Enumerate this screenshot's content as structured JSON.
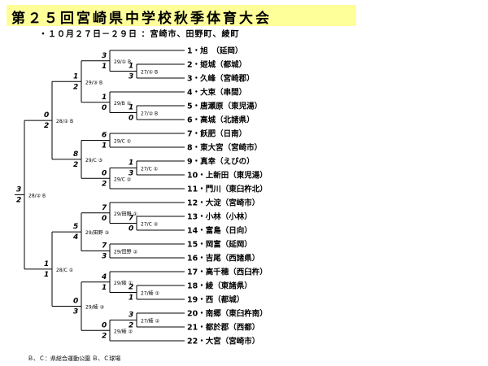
{
  "title": "第２５回宮崎県中学校秋季体育大会",
  "subtitle": "・１０月２７日－２９日 ：宮崎市、田野町、綾町",
  "footnote": "Ｂ、Ｃ：県総合運動公園 Ｂ、Ｃ球場",
  "colors": {
    "title_bg": "#ffff99",
    "line": "#000000"
  },
  "teams": [
    "1・旭　（延岡）",
    "2・姫城（都城）",
    "3・久峰（宮崎郡）",
    "4・大束（串間）",
    "5・唐瀬原（東児湯）",
    "6・高城（北諸県）",
    "7・飫肥（日南）",
    "8・東大宮（宮崎市）",
    "9・真幸（えびの）",
    "10・上新田（東児湯）",
    "11・門川（東臼杵北）",
    "12・大淀（宮崎市）",
    "13・小林（小林）",
    "14・富島（日向）",
    "15・岡富（延岡）",
    "16・吉尾（西諸県）",
    "17・高千穂（西臼杵）",
    "18・綾（東諸県）",
    "19・西（都城）",
    "20・南郷（東臼杵南）",
    "21・都於郡（西都）",
    "22・大宮（宮崎市）"
  ],
  "matches": [
    {
      "label": "29/① B",
      "top": "3",
      "bottom": "1"
    },
    {
      "label": "27/① B",
      "top": "1",
      "bottom": "3"
    },
    {
      "label": "29/③ B",
      "top": "1",
      "bottom": "2"
    },
    {
      "label": "27/② B",
      "top": "1",
      "bottom": "0"
    },
    {
      "label": "29/B ②",
      "top": "1",
      "bottom": "0"
    },
    {
      "label": "28/① B",
      "top": "0",
      "bottom": "2"
    },
    {
      "label": "29/C ①",
      "top": "6",
      "bottom": "1"
    },
    {
      "label": "29/C ③",
      "top": "8",
      "bottom": "2"
    },
    {
      "label": "27/C ①",
      "top": "1",
      "bottom": "3"
    },
    {
      "label": "29/C ②",
      "top": "0",
      "bottom": "2"
    },
    {
      "label": "29/田野 ①",
      "top": "7",
      "bottom": "0"
    },
    {
      "label": "27/C ②",
      "top": "7",
      "bottom": "0"
    },
    {
      "label": "29/田野 ③",
      "top": "5",
      "bottom": "4"
    },
    {
      "label": "29/田野 ②",
      "top": "7",
      "bottom": "3"
    },
    {
      "label": "28/C ①",
      "top": "1",
      "bottom": "1"
    },
    {
      "label": "29/綾 ①",
      "top": "4",
      "bottom": "1"
    },
    {
      "label": "27/綾 ①",
      "top": "2",
      "bottom": "1"
    },
    {
      "label": "29/綾 ③",
      "top": "0",
      "bottom": "3"
    },
    {
      "label": "27/綾 ②",
      "top": "3",
      "bottom": "2"
    },
    {
      "label": "29/綾 ②",
      "top": "0",
      "bottom": "2"
    },
    {
      "label": "28/② B",
      "top": "3",
      "bottom": "2"
    }
  ]
}
